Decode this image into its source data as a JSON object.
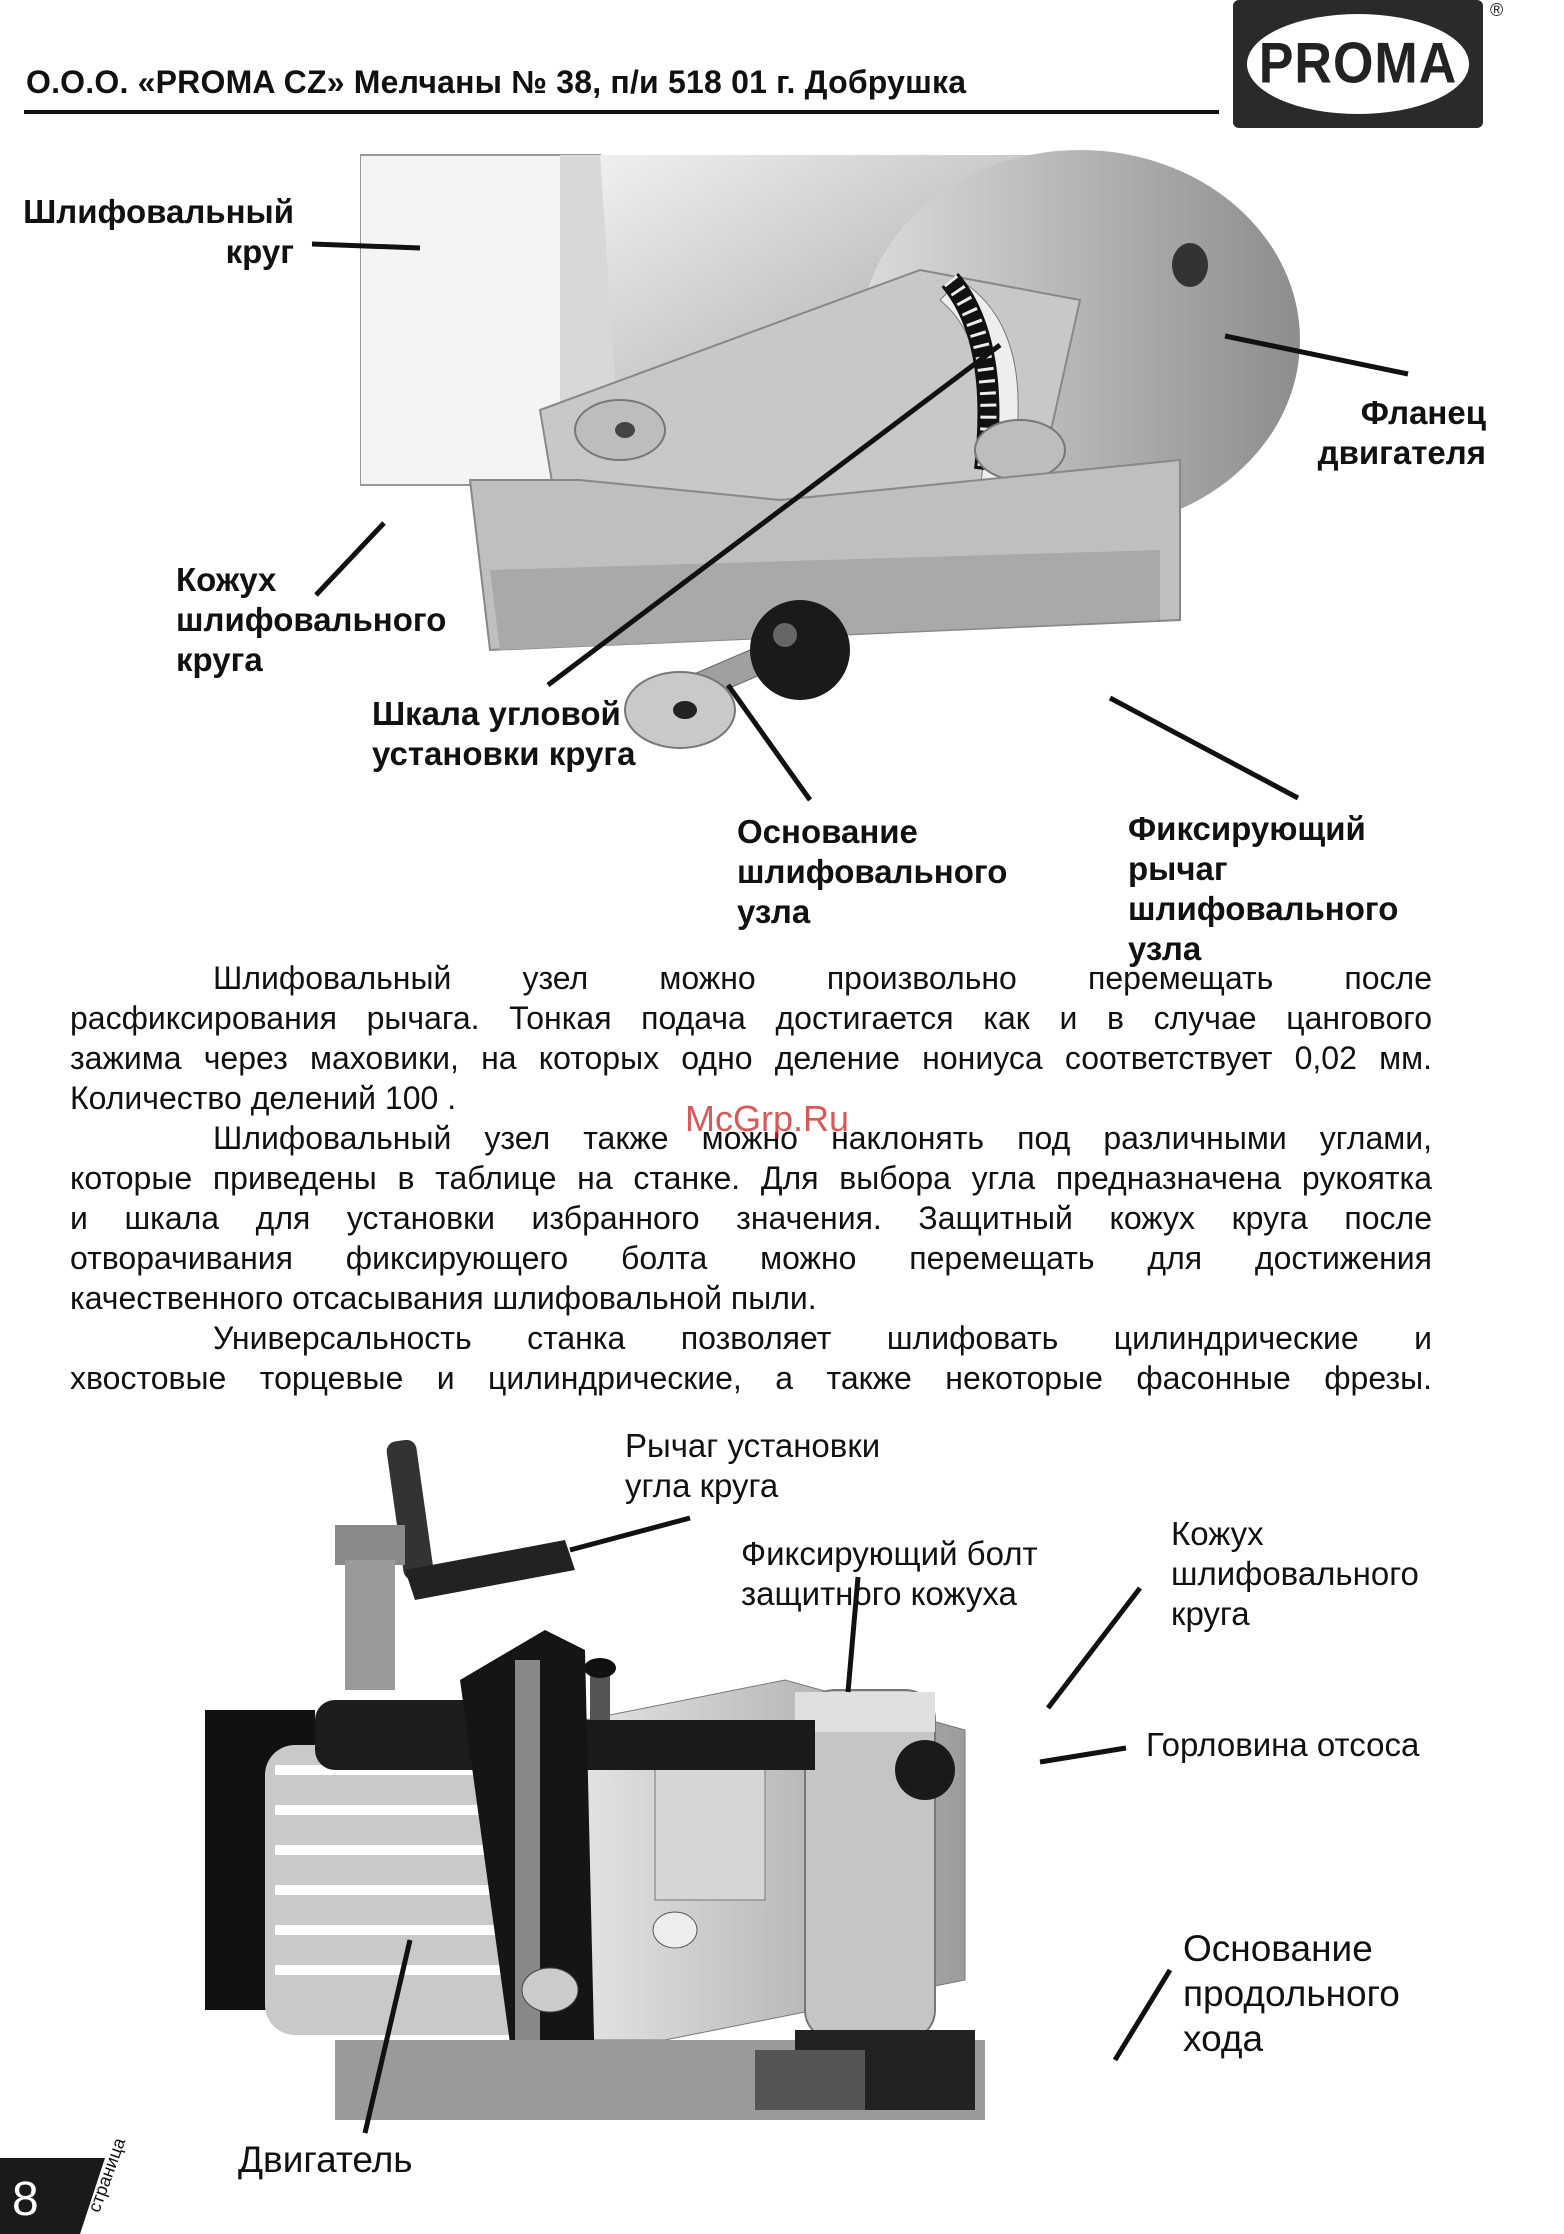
{
  "header": {
    "title": "О.О.О. «PROMA CZ» Мелчаны № 38, п/и 518 01 г. Добрушка",
    "logo_text": "PROMA",
    "registered_mark": "®"
  },
  "top_figure": {
    "labels": {
      "grinding_wheel": [
        "Шлифовальный",
        "круг"
      ],
      "motor_flange": [
        "Фланец",
        "двигателя"
      ],
      "wheel_guard": [
        "Кожух",
        "шлифовального",
        "круга"
      ],
      "angle_scale": [
        "Шкала угловой",
        "установки круга"
      ],
      "unit_base": [
        "Основание",
        "шлифовального",
        "узла"
      ],
      "locking_lever": [
        "Фиксирующий",
        "рычаг",
        "шлифовального",
        "узла"
      ]
    }
  },
  "body_text": {
    "lines": [
      "Шлифовальный узел можно произвольно перемещать после",
      "расфиксирования рычага.  Тонкая подача достигается как и в случае цангового",
      "зажима через маховики, на которых одно деление нониуса соответствует 0,02 мм.",
      "Количество делений  100 .",
      "Шлифовальный узел также можно наклонять под различными углами,",
      "которые приведены в таблице на станке. Для выбора угла предназначена рукоятка",
      "и шкала для установки избранного значения.    Защитный кожух круга после",
      "отворачивания фиксирующего болта можно перемещать для достижения",
      "качественного отсасывания шлифовальной пыли.",
      "Универсальность станка позволяет шлифовать цилиндрические и",
      "хвостовые торцевые и цилиндрические, а также некоторые фасонные фрезы."
    ]
  },
  "watermark": "McGrp.Ru",
  "bottom_figure": {
    "labels": {
      "angle_lever": [
        "Рычаг установки",
        "угла круга"
      ],
      "guard_bolt": [
        "Фиксирующий болт",
        "защитного кожуха"
      ],
      "wheel_guard": [
        "Кожух",
        "шлифовального",
        "круга"
      ],
      "suction_neck": [
        "Горловина отсоса"
      ],
      "longitudinal_base": [
        "Основание",
        "продольного",
        "хода"
      ],
      "motor": [
        "Двигатель"
      ]
    }
  },
  "footer": {
    "page_number": "8",
    "page_word": "страница"
  }
}
